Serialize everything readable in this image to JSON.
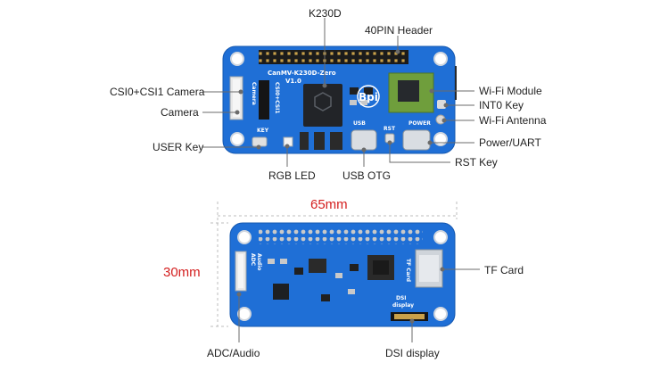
{
  "labels": {
    "k230d": "K230D",
    "pin_header": "40PIN Header",
    "csi_camera": "CSI0+CSI1 Camera",
    "camera": "Camera",
    "user_key": "USER Key",
    "rgb_led": "RGB LED",
    "usb_otg": "USB OTG",
    "wifi_module": "Wi-Fi Module",
    "int0_key": "INT0 Key",
    "wifi_antenna": "Wi-Fi Antenna",
    "power_uart": "Power/UART",
    "rst_key": "RST Key",
    "tf_card": "TF Card",
    "adc_audio": "ADC/Audio",
    "dsi_display": "DSI display"
  },
  "dimensions": {
    "width": "65mm",
    "height": "30mm"
  },
  "silkscreen": {
    "board_name": "CanMV-K230D-Zero",
    "version": "V1.0",
    "bpi": "Bpi",
    "csi": "CSI0+CSI1",
    "camera": "Camera",
    "key": "KEY",
    "usb": "USB",
    "rst": "RST",
    "power": "POWER",
    "adc": "ADC",
    "audio": "Audio",
    "tf_card": "TF Card",
    "dsi": "DSI",
    "display": "display"
  },
  "colors": {
    "pcb": "#1f6fd6",
    "dimension": "#d42020"
  }
}
